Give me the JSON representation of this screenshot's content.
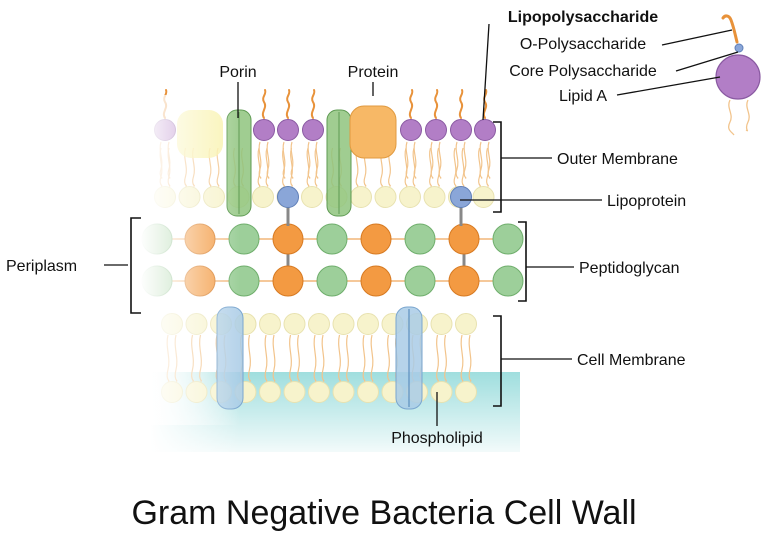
{
  "title": "Gram Negative Bacteria Cell Wall",
  "labels": {
    "porin": "Porin",
    "protein": "Protein",
    "lipopolysaccharide": "Lipopolysaccharide",
    "o_polysaccharide": "O-Polysaccharide",
    "core_polysaccharide": "Core Polysaccharide",
    "lipid_a": "Lipid A",
    "outer_membrane": "Outer Membrane",
    "lipoprotein": "Lipoprotein",
    "periplasm": "Periplasm",
    "peptidoglycan": "Peptidoglycan",
    "cell_membrane": "Cell Membrane",
    "phospholipid": "Phospholipid"
  },
  "colors": {
    "lipid_a_purple": "#b27ec6",
    "lipoprotein_blue": "#8aa6d8",
    "peptidoglycan_orange": "#f39a42",
    "peptidoglycan_green": "#9dcf9a",
    "phospholipid_head": "#f7f3cc",
    "porin_green": "#8fc47e",
    "protein_orange": "#f7b866",
    "channel_blue": "#a9cbe6",
    "cytoplasm_teal": "#7fd3d3",
    "o_polysaccharide_orange": "#e8923a"
  }
}
